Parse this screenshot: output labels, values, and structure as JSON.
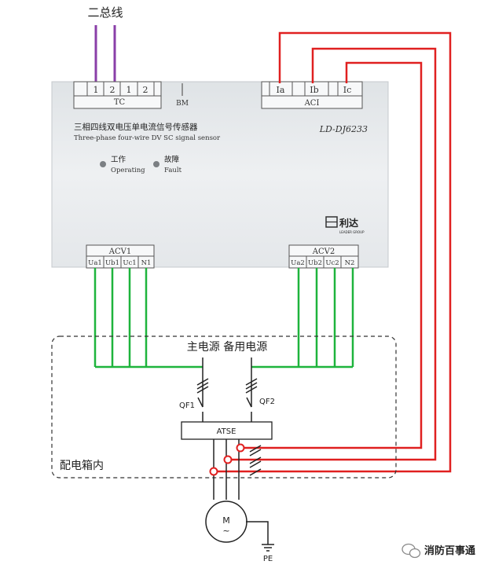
{
  "bus_label": "二总线",
  "device": {
    "tc": {
      "terminals": [
        "1",
        "2",
        "1",
        "2"
      ],
      "label": "TC"
    },
    "bm_label": "BM",
    "aci": {
      "terminals": [
        "Ia",
        "Ib",
        "Ic"
      ],
      "label": "ACI"
    },
    "title_cn": "三相四线双电压单电流信号传感器",
    "title_en": "Three-phase four-wire DV SC signal sensor",
    "model": "LD-DJ6233",
    "led_work_cn": "工作",
    "led_work_en": "Operating",
    "led_fault_cn": "故障",
    "led_fault_en": "Fault",
    "brand": "利达",
    "brand_sub": "LEADER GROUP",
    "acv1": {
      "label": "ACV1",
      "terminals": [
        "Ua1",
        "Ub1",
        "Uc1",
        "N1"
      ]
    },
    "acv2": {
      "label": "ACV2",
      "terminals": [
        "Ua2",
        "Ub2",
        "Uc2",
        "N2"
      ]
    }
  },
  "cabinet": {
    "power_label": "主电源 备用电源",
    "qf1": "QF1",
    "qf2": "QF2",
    "atse": "ATSE",
    "inside_label": "配电箱内",
    "motor_m": "M",
    "motor_tilde": "~",
    "pe": "PE"
  },
  "watermark": "消防百事通",
  "colors": {
    "bus": "#8a3fa8",
    "current": "#e02020",
    "voltage": "#1eb43c",
    "device_body": "#e9ecef"
  }
}
